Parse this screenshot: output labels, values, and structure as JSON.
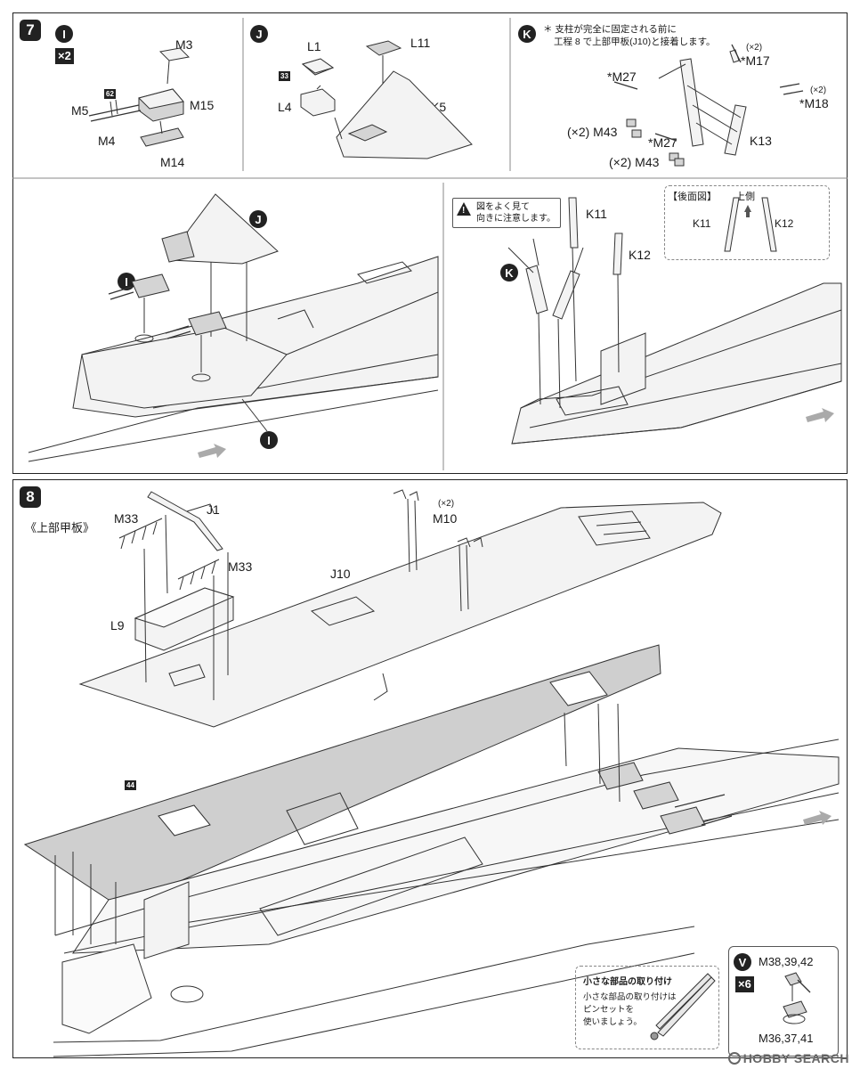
{
  "step7": {
    "number": "7",
    "sub_i": {
      "badge": "I",
      "multiplier": "×2",
      "tag": "62",
      "parts": [
        "M3",
        "M5",
        "M15",
        "M4",
        "M14"
      ]
    },
    "sub_j": {
      "badge": "J",
      "tag": "33",
      "parts": [
        "L1",
        "L11",
        "L4",
        "K5"
      ]
    },
    "sub_k": {
      "badge": "K",
      "note_line1": "＊ 支柱が完全に固定される前に",
      "note_line2": "工程 8 で上部甲板(J10)と接着します。",
      "x2_a": "(×2)",
      "m17": "*M17",
      "m27a": "*M27",
      "x2_b": "(×2)",
      "m18": "*M18",
      "x2_m43a": "(×2) M43",
      "m27b": "*M27",
      "k13": "K13",
      "x2_m43b": "(×2) M43"
    },
    "assembly_left": {
      "badge_j": "J",
      "badge_i_top": "I",
      "badge_i_bottom": "I"
    },
    "assembly_right": {
      "caution_line1": "図をよく見て",
      "caution_line2": "向きに注意します。",
      "badge_k": "K",
      "k11": "K11",
      "k12": "K12",
      "rear_view_title": "【後面図】",
      "up_label": "上側",
      "rear_k11": "K11",
      "rear_k12": "K12"
    }
  },
  "step8": {
    "number": "8",
    "upper_deck_label": "《上部甲板》",
    "parts": {
      "m33a": "M33",
      "j1": "J1",
      "x2": "(×2)",
      "m10": "M10",
      "m33b": "M33",
      "j10": "J10",
      "l9": "L9"
    },
    "deck_tag": "44",
    "small_parts_tip": {
      "title": "小さな部品の取り付け",
      "line1": "小さな部品の取り付けは",
      "line2": "ピンセットを",
      "line3": "使いましょう。"
    },
    "sub_v": {
      "badge": "V",
      "multiplier": "×6",
      "top_parts": "M38,39,42",
      "bottom_parts": "M36,37,41"
    }
  },
  "watermark": "HOBBY SEARCH"
}
